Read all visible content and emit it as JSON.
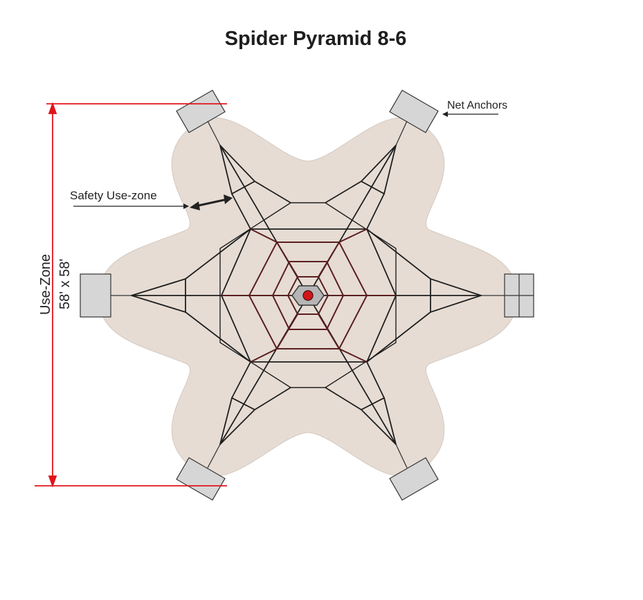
{
  "title": "Spider Pyramid 8-6",
  "labels": {
    "net_anchors": "Net Anchors",
    "safety_use_zone": "Safety Use-zone",
    "use_zone": "Use-Zone",
    "use_zone_size": "58' x 58'"
  },
  "colors": {
    "zone_fill": "#e6dcd4",
    "dimension_line": "#e0141b",
    "outer_net": "#1e1e1e",
    "inner_net": "#5a1e1e",
    "center_hub": "#d4141b",
    "anchor_block": "#d6d6d6"
  },
  "icons": {
    "anchor": "anchor-block-icon",
    "arrow": "arrow-icon"
  }
}
